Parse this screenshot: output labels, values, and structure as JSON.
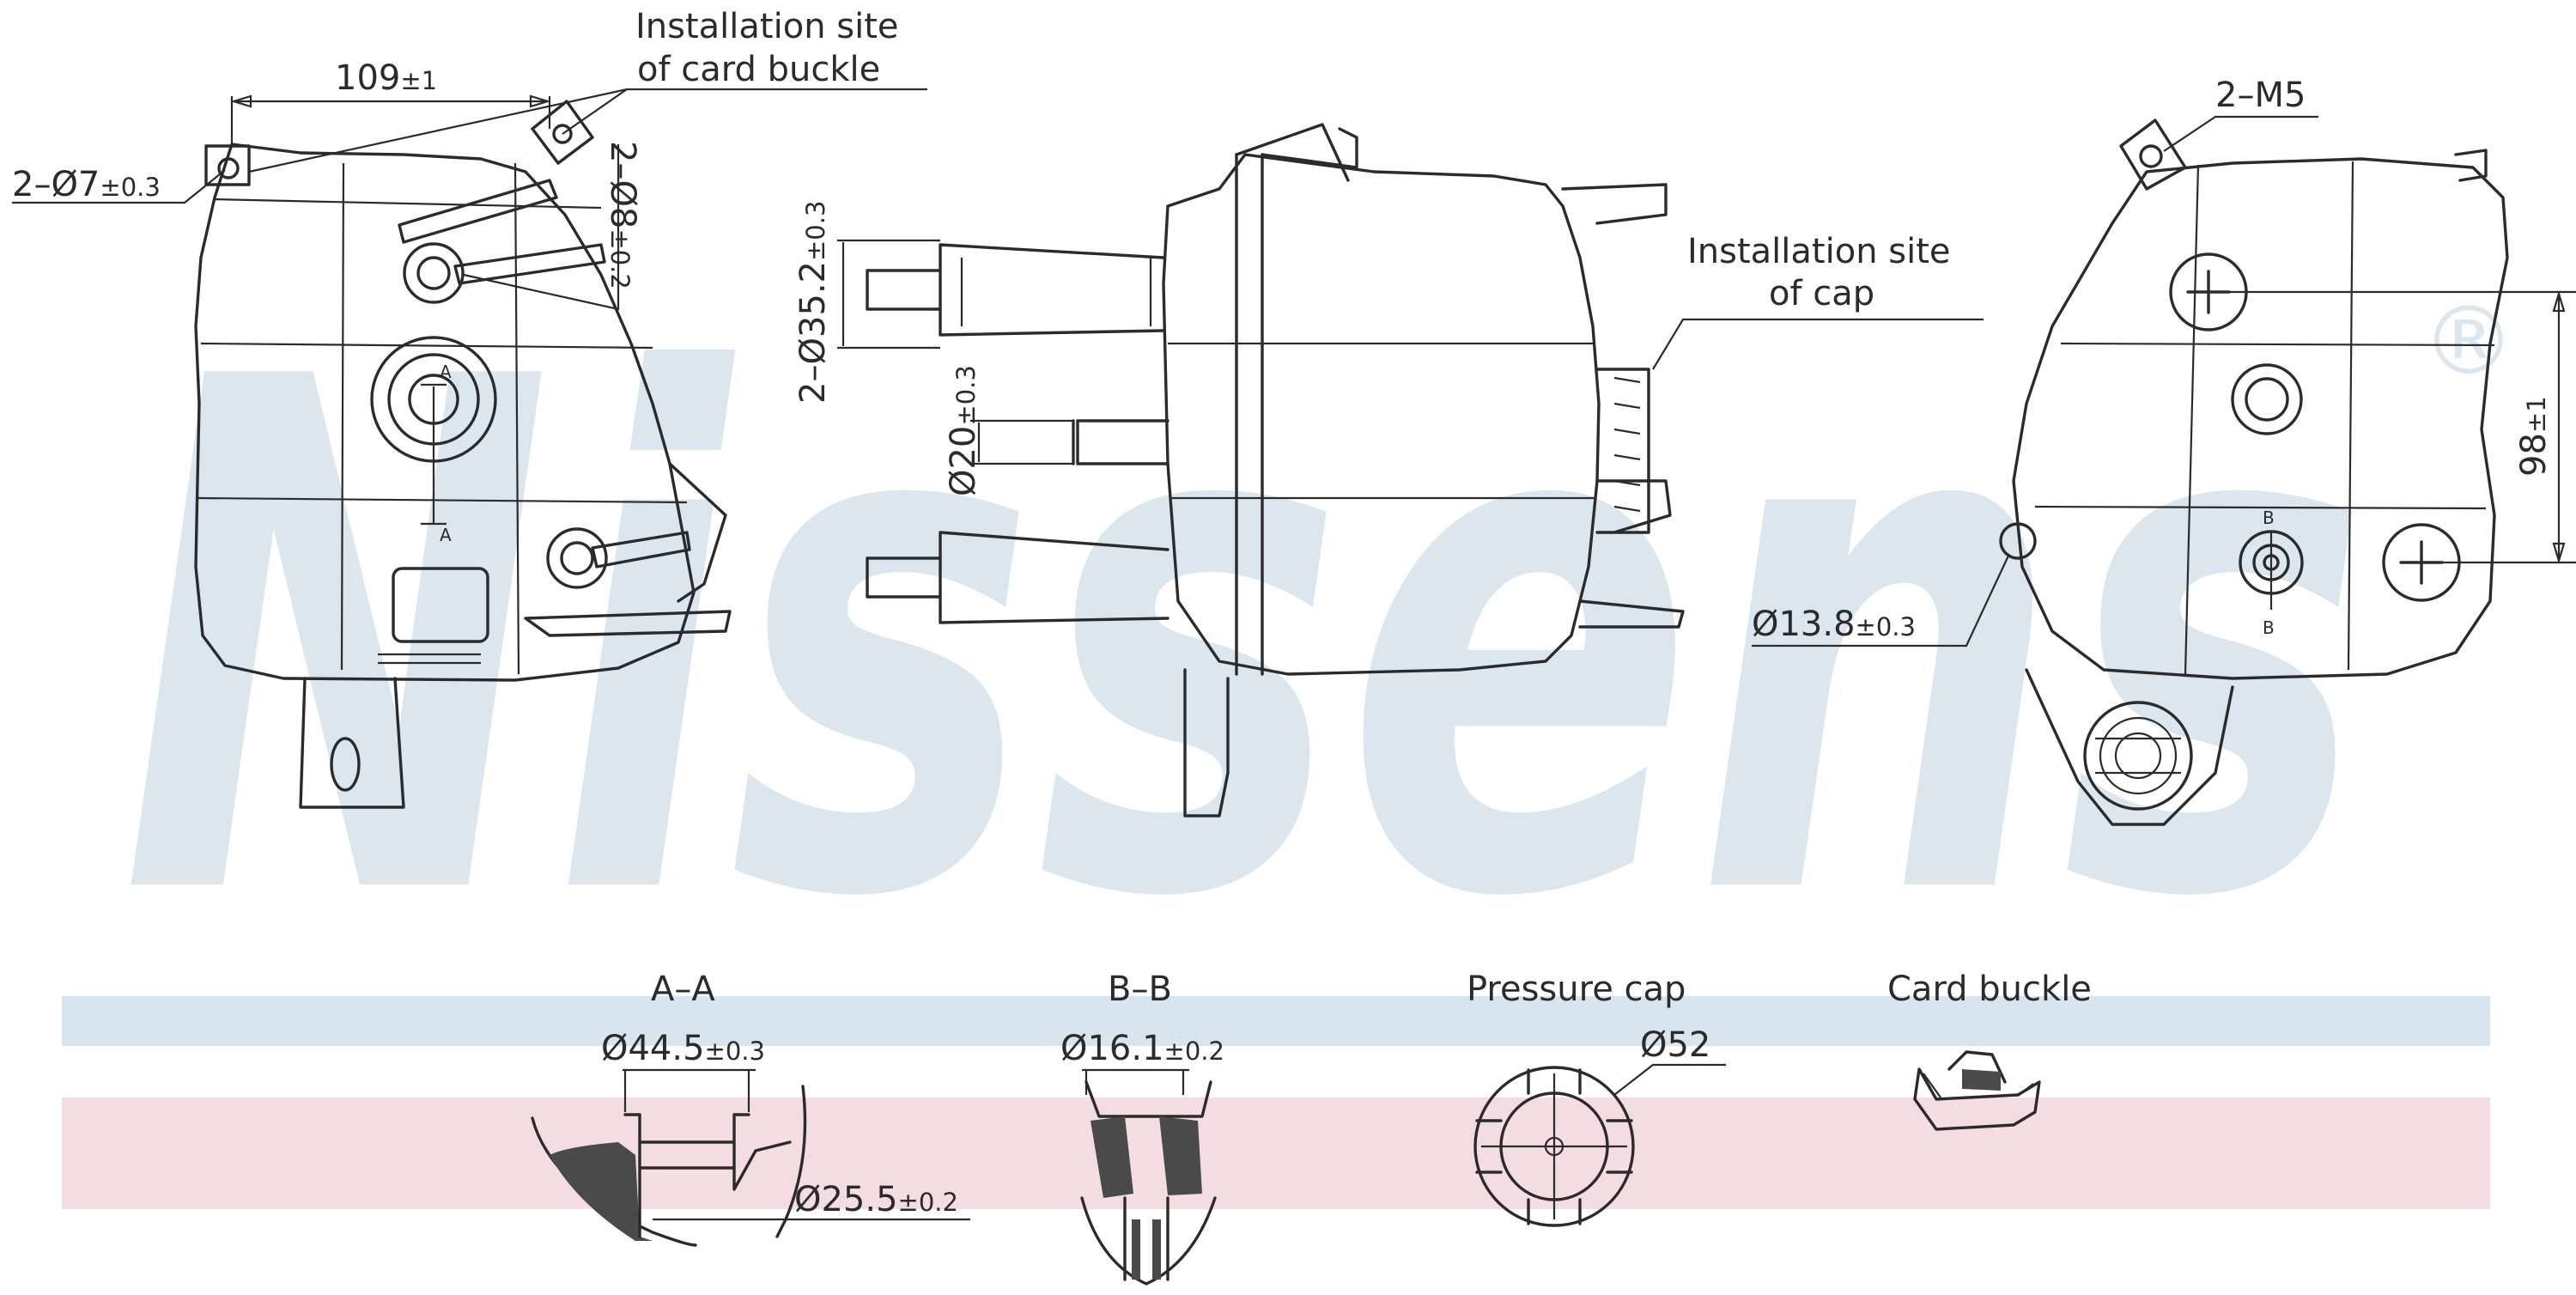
{
  "watermark": {
    "text": "Nissens",
    "reg_mark": "®",
    "color": "#dce6ef"
  },
  "band_colors": {
    "blue": "#d9e5ee",
    "pink": "#f4dde2"
  },
  "labels": {
    "card_buckle_site_line1": "Installation site",
    "card_buckle_site_line2": "of card buckle",
    "dim_109": "109",
    "dim_109_tol": "±1",
    "hole_7": "2–Ø7",
    "hole_7_tol": "±0.3",
    "hole_8": "2–Ø8",
    "hole_8_tol": "±0.2",
    "section_a_mark": "A",
    "section_b_mark": "B",
    "dim_35": "2–Ø35.2",
    "dim_35_tol": "±0.3",
    "dim_20": "Ø20",
    "dim_20_tol": "±0.3",
    "cap_site_line1": "Installation site",
    "cap_site_line2": "of cap",
    "m5": "2–M5",
    "dim_98": "98",
    "dim_98_tol": "±1",
    "dim_13": "Ø13.8",
    "dim_13_tol": "±0.3",
    "section_aa_title": "A–A",
    "dim_44": "Ø44.5",
    "dim_44_tol": "±0.3",
    "dim_25": "Ø25.5",
    "dim_25_tol": "±0.2",
    "section_bb_title": "B–B",
    "dim_16": "Ø16.1",
    "dim_16_tol": "±0.2",
    "pressure_cap_title": "Pressure cap",
    "dim_52": "Ø52",
    "card_buckle_title": "Card buckle"
  }
}
